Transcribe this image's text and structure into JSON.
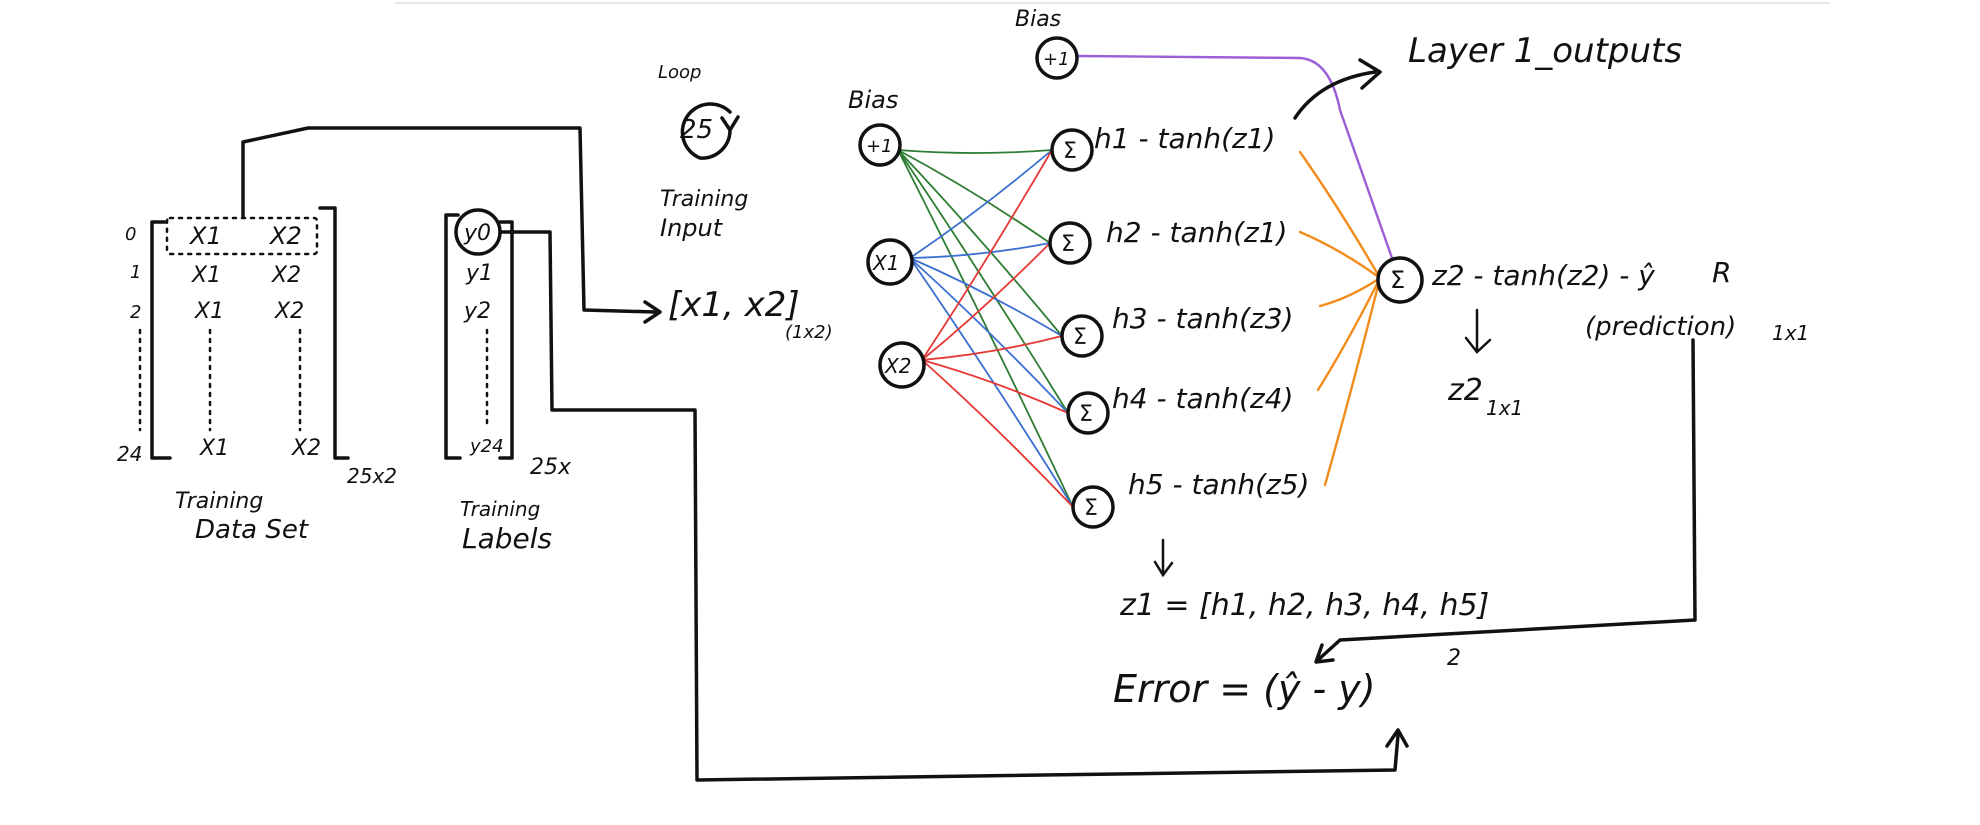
{
  "colors": {
    "ink": "#111111",
    "bias_to_hidden": "#2e7d32",
    "x1_to_hidden": "#3b6fd1",
    "x2_to_hidden": "#e53935",
    "hidden_to_output": "#f28c1c",
    "bias_to_output": "#9c5ed6"
  },
  "dataset": {
    "row_labels": [
      "0",
      "1",
      "2",
      "24"
    ],
    "col1": [
      "X1",
      "X1",
      "X1",
      "X1"
    ],
    "col2": [
      "X2",
      "X2",
      "X2",
      "X2"
    ],
    "title_line1": "Training",
    "title_line2": "Data Set",
    "shape": "25x2"
  },
  "labels_set": {
    "items": [
      "y0",
      "y1",
      "y2",
      "y24"
    ],
    "title_line1": "Training",
    "title_line2": "Labels",
    "shape": "25x"
  },
  "loop": {
    "caption": "Loop",
    "count": "25"
  },
  "training_input": {
    "title_line1": "Training",
    "title_line2": "Input",
    "vector": "[x1, x2]",
    "shape": "(1x2)"
  },
  "network": {
    "input_bias_label": "Bias",
    "input_bias": "+1",
    "inputs": [
      "X1",
      "X2"
    ],
    "hidden_symbol": "Σ",
    "hidden_labels": [
      "h1 - tanh(z1)",
      "h2 - tanh(z1)",
      "h3 - tanh(z3)",
      "h4 - tanh(z4)",
      "h5 - tanh(z5)"
    ],
    "output_bias_label": "Bias",
    "output_bias": "+1",
    "layer1_label": "Layer 1_outputs",
    "output_symbol": "Σ",
    "output_label": "z2 - tanh(z2) - ŷ",
    "output_suffix": "R",
    "prediction": "(prediction)",
    "prediction_shape": "1x1",
    "z2_label": "z2",
    "z2_shape": "1x1",
    "z1_label": "z1 = [h1, h2, h3, h4, h5]",
    "error_label": "Error = (ŷ - y)",
    "error_power": "2"
  }
}
